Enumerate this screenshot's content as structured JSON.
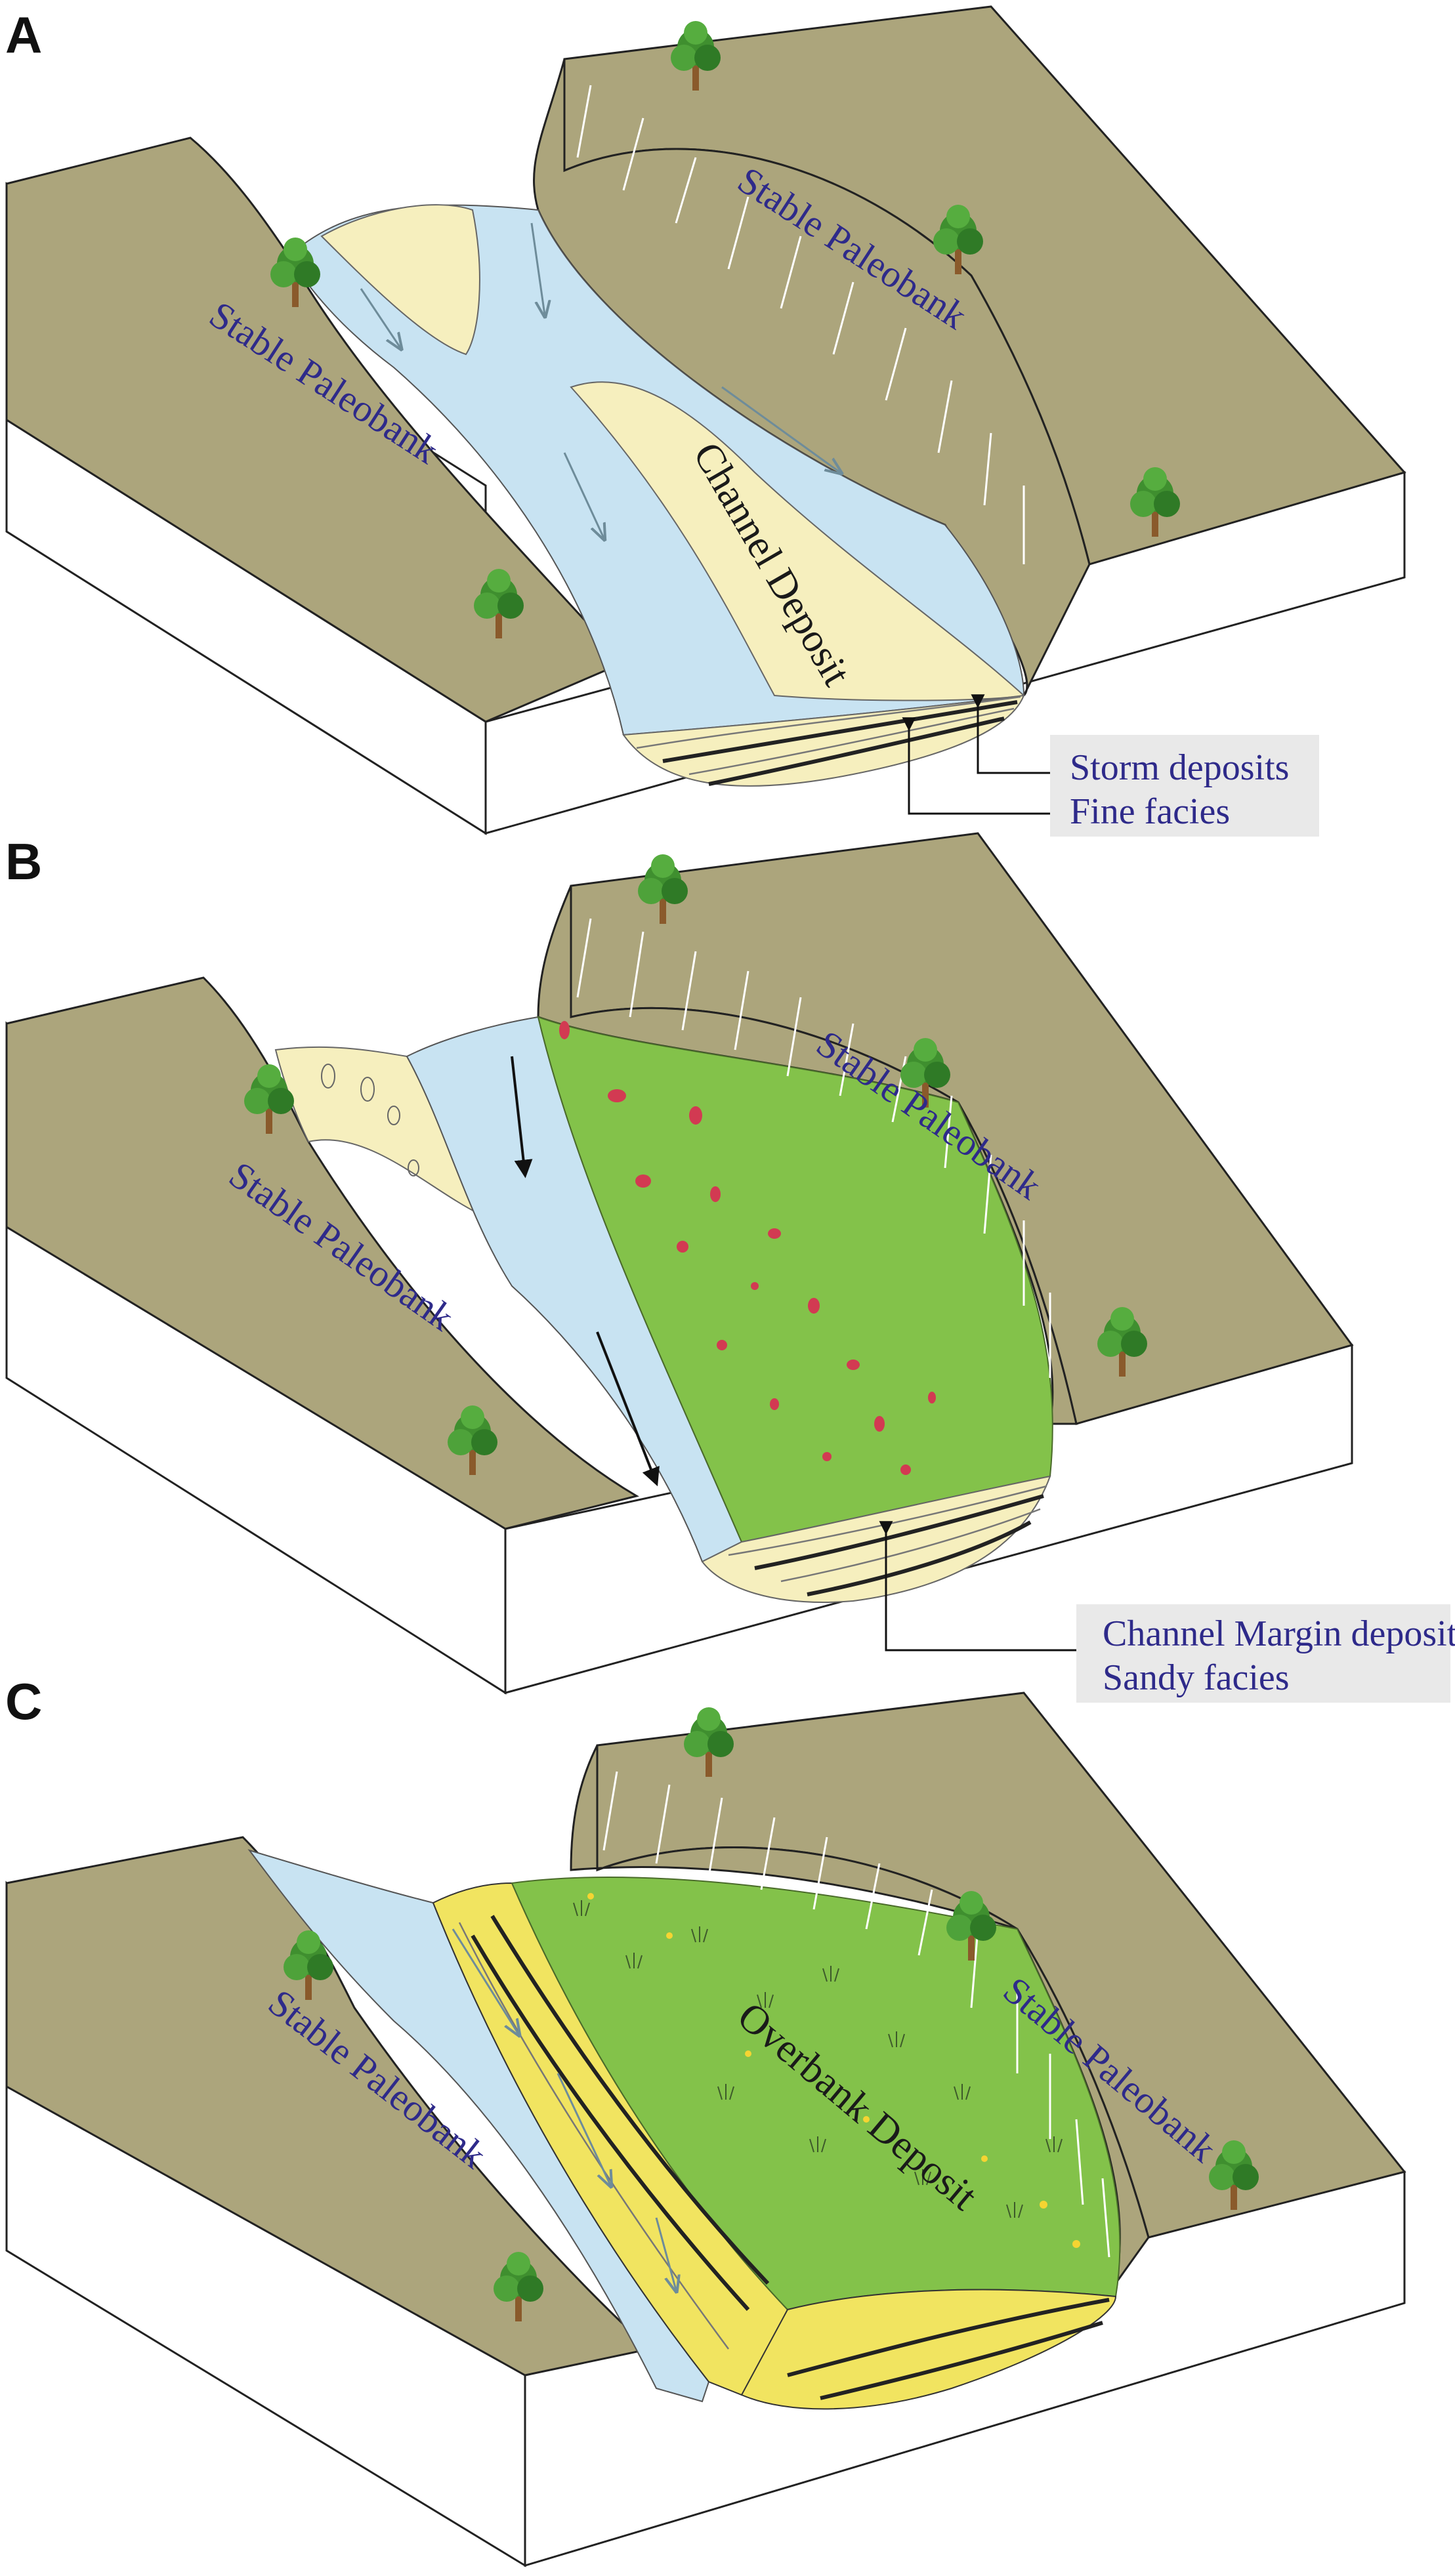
{
  "panels": [
    {
      "letter": "A",
      "left_bank": "Stable Paleobank",
      "right_bank": "Stable Paleobank",
      "deposit": "Channel Deposit",
      "callouts": [
        "Storm deposits",
        "Fine facies"
      ]
    },
    {
      "letter": "B",
      "left_bank": "Stable Paleobank",
      "right_bank": "Stable Paleobank",
      "callouts": [
        "Channel Margin deposits",
        "Sandy facies"
      ]
    },
    {
      "letter": "C",
      "left_bank": "Stable Paleobank",
      "right_bank": "Stable Paleobank",
      "deposit": "Overbank Deposit"
    }
  ],
  "colors": {
    "bank": "#aca57c",
    "water": "#c8e3f2",
    "sand": "#f6efbe",
    "green": "#83c24a",
    "yellow_sand": "#f1e460",
    "label_text": "#2e2a8a"
  }
}
